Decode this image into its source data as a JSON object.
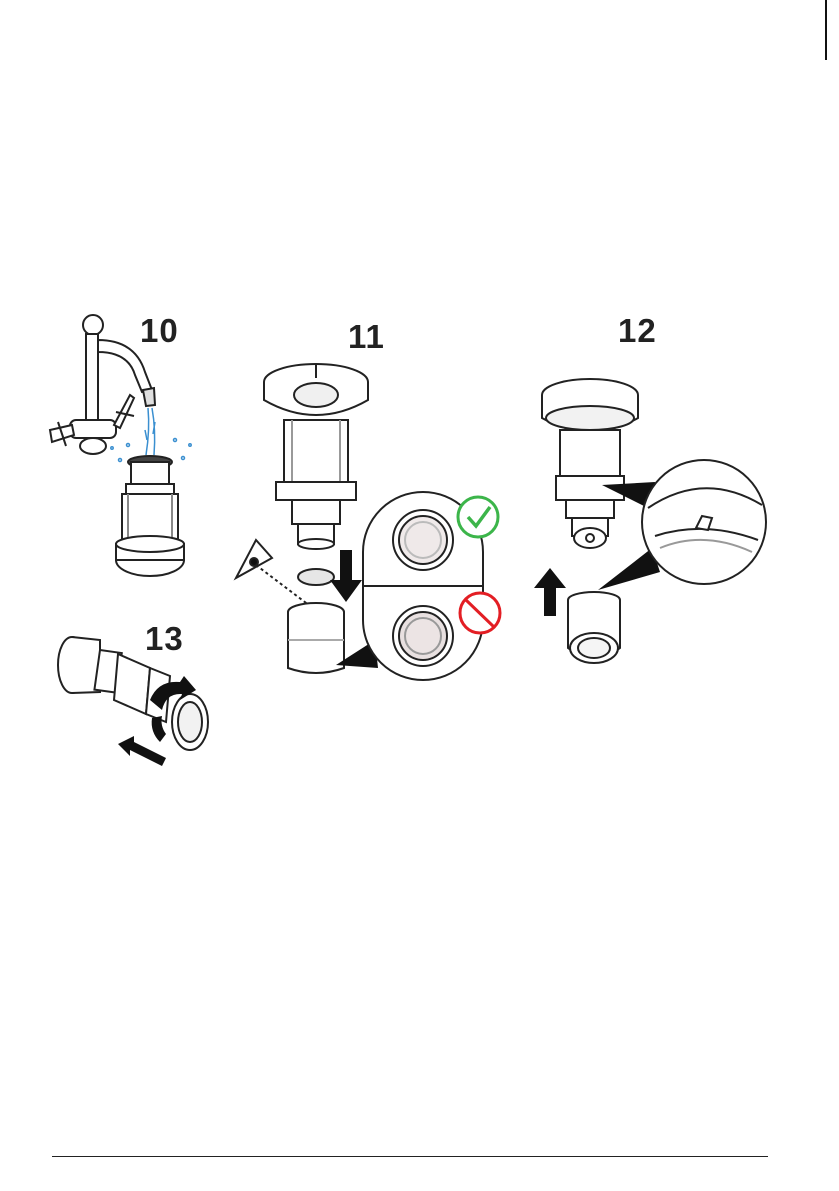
{
  "steps": {
    "s10": "10",
    "s11": "11",
    "s12": "12",
    "s13": "13"
  },
  "colors": {
    "ok": "#3cb54a",
    "no": "#e31e24",
    "water": "#3a8fd0"
  }
}
